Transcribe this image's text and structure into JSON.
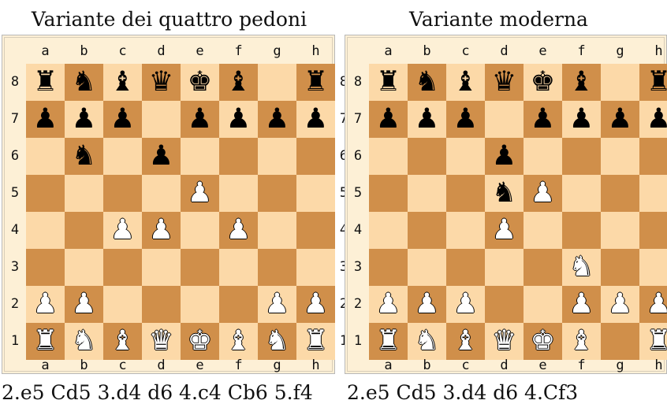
{
  "diagrams": [
    {
      "title": "Variante dei quattro pedoni",
      "caption": "2.e5 Cd5 3.d4 d6 4.c4 Cb6 5.f4",
      "pieces": [
        {
          "sq": "a8",
          "p": "r"
        },
        {
          "sq": "b8",
          "p": "n"
        },
        {
          "sq": "c8",
          "p": "b"
        },
        {
          "sq": "d8",
          "p": "q"
        },
        {
          "sq": "e8",
          "p": "k"
        },
        {
          "sq": "f8",
          "p": "b"
        },
        {
          "sq": "h8",
          "p": "r"
        },
        {
          "sq": "a7",
          "p": "p"
        },
        {
          "sq": "b7",
          "p": "p"
        },
        {
          "sq": "c7",
          "p": "p"
        },
        {
          "sq": "e7",
          "p": "p"
        },
        {
          "sq": "f7",
          "p": "p"
        },
        {
          "sq": "g7",
          "p": "p"
        },
        {
          "sq": "h7",
          "p": "p"
        },
        {
          "sq": "b6",
          "p": "n"
        },
        {
          "sq": "d6",
          "p": "p"
        },
        {
          "sq": "e5",
          "p": "P"
        },
        {
          "sq": "c4",
          "p": "P"
        },
        {
          "sq": "d4",
          "p": "P"
        },
        {
          "sq": "f4",
          "p": "P"
        },
        {
          "sq": "a2",
          "p": "P"
        },
        {
          "sq": "b2",
          "p": "P"
        },
        {
          "sq": "g2",
          "p": "P"
        },
        {
          "sq": "h2",
          "p": "P"
        },
        {
          "sq": "a1",
          "p": "R"
        },
        {
          "sq": "b1",
          "p": "N"
        },
        {
          "sq": "c1",
          "p": "B"
        },
        {
          "sq": "d1",
          "p": "Q"
        },
        {
          "sq": "e1",
          "p": "K"
        },
        {
          "sq": "f1",
          "p": "B"
        },
        {
          "sq": "g1",
          "p": "N"
        },
        {
          "sq": "h1",
          "p": "R"
        }
      ]
    },
    {
      "title": "Variante moderna",
      "caption": "2.e5 Cd5 3.d4 d6 4.Cf3",
      "pieces": [
        {
          "sq": "a8",
          "p": "r"
        },
        {
          "sq": "b8",
          "p": "n"
        },
        {
          "sq": "c8",
          "p": "b"
        },
        {
          "sq": "d8",
          "p": "q"
        },
        {
          "sq": "e8",
          "p": "k"
        },
        {
          "sq": "f8",
          "p": "b"
        },
        {
          "sq": "h8",
          "p": "r"
        },
        {
          "sq": "a7",
          "p": "p"
        },
        {
          "sq": "b7",
          "p": "p"
        },
        {
          "sq": "c7",
          "p": "p"
        },
        {
          "sq": "e7",
          "p": "p"
        },
        {
          "sq": "f7",
          "p": "p"
        },
        {
          "sq": "g7",
          "p": "p"
        },
        {
          "sq": "h7",
          "p": "p"
        },
        {
          "sq": "d6",
          "p": "p"
        },
        {
          "sq": "d5",
          "p": "n"
        },
        {
          "sq": "e5",
          "p": "P"
        },
        {
          "sq": "d4",
          "p": "P"
        },
        {
          "sq": "f3",
          "p": "N"
        },
        {
          "sq": "a2",
          "p": "P"
        },
        {
          "sq": "b2",
          "p": "P"
        },
        {
          "sq": "c2",
          "p": "P"
        },
        {
          "sq": "f2",
          "p": "P"
        },
        {
          "sq": "g2",
          "p": "P"
        },
        {
          "sq": "h2",
          "p": "P"
        },
        {
          "sq": "a1",
          "p": "R"
        },
        {
          "sq": "b1",
          "p": "N"
        },
        {
          "sq": "c1",
          "p": "B"
        },
        {
          "sq": "d1",
          "p": "Q"
        },
        {
          "sq": "e1",
          "p": "K"
        },
        {
          "sq": "f1",
          "p": "B"
        },
        {
          "sq": "h1",
          "p": "R"
        }
      ]
    }
  ],
  "files": [
    "a",
    "b",
    "c",
    "d",
    "e",
    "f",
    "g",
    "h"
  ],
  "ranks": [
    "8",
    "7",
    "6",
    "5",
    "4",
    "3",
    "2",
    "1"
  ]
}
